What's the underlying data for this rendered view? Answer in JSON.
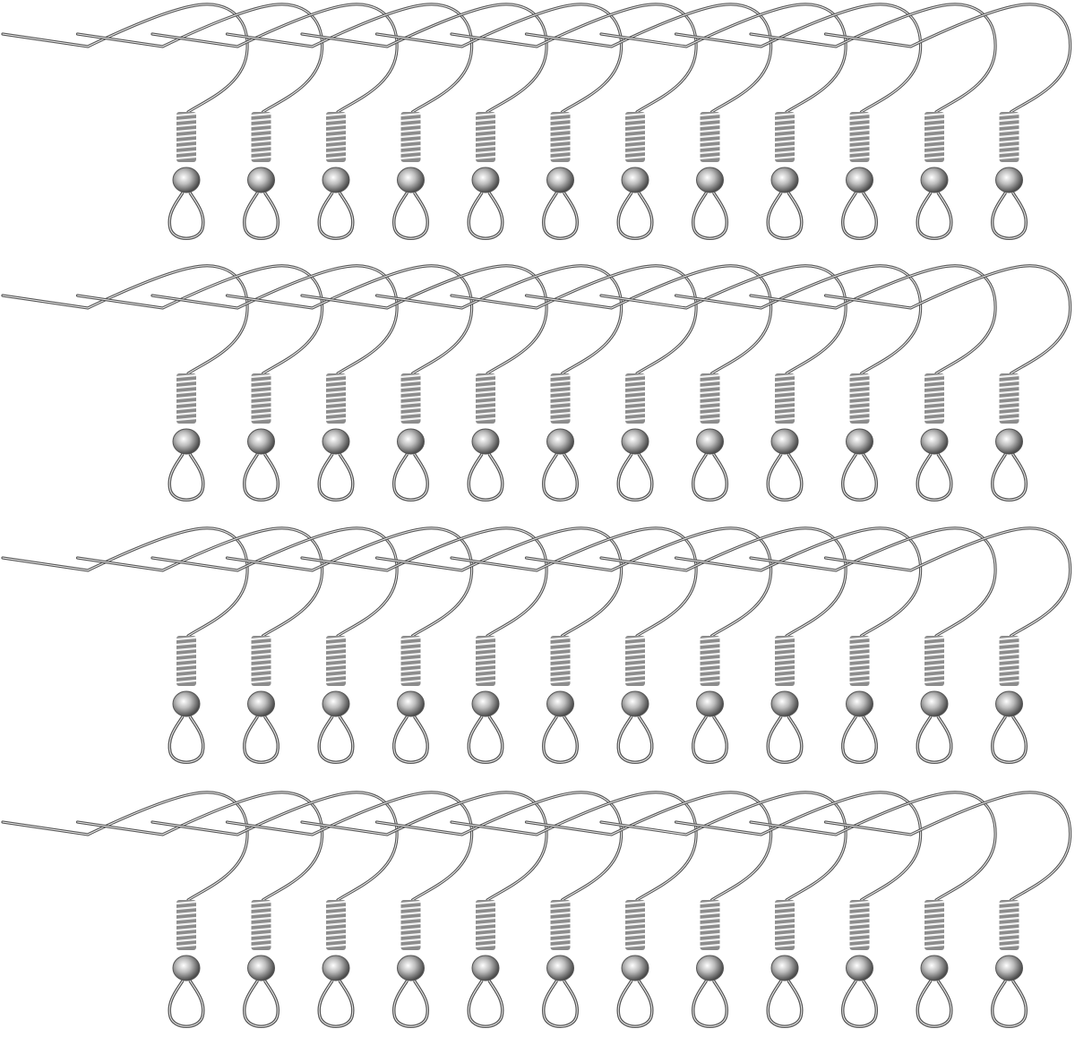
{
  "image": {
    "subject": "earring-hooks",
    "rows": 4,
    "columns": 12,
    "colors": {
      "background": "#ffffff",
      "metal": "#8c8c8c",
      "metal_dark": "#555555",
      "highlight": "#f2f2f2"
    }
  }
}
